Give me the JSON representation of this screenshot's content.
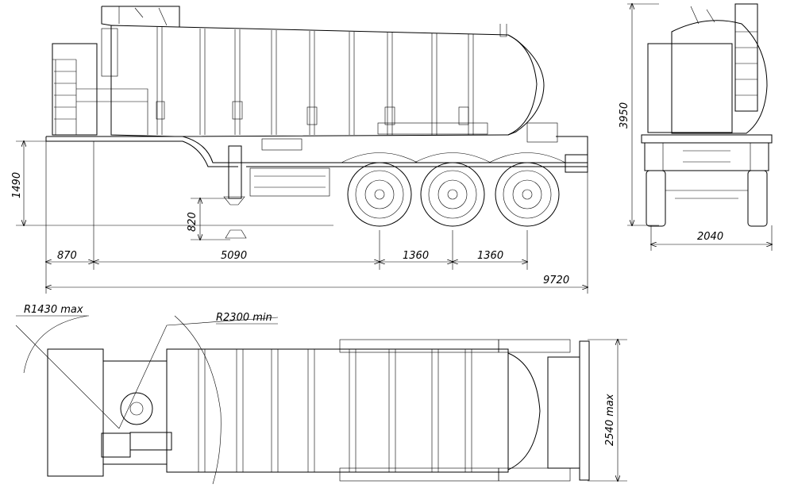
{
  "side_view": {
    "dim_overall_height": "1490",
    "dim_support_height": "820",
    "dim_front_overhang": "870",
    "dim_kingpin_to_axle": "5090",
    "dim_axle_spacing_1": "1360",
    "dim_axle_spacing_2": "1360",
    "dim_total_length": "9720"
  },
  "rear_view": {
    "dim_height": "3950",
    "dim_width": "2040"
  },
  "top_view": {
    "radius_front": "R1430 max",
    "radius_turn": "R2300 min",
    "dim_width": "2540 max"
  }
}
